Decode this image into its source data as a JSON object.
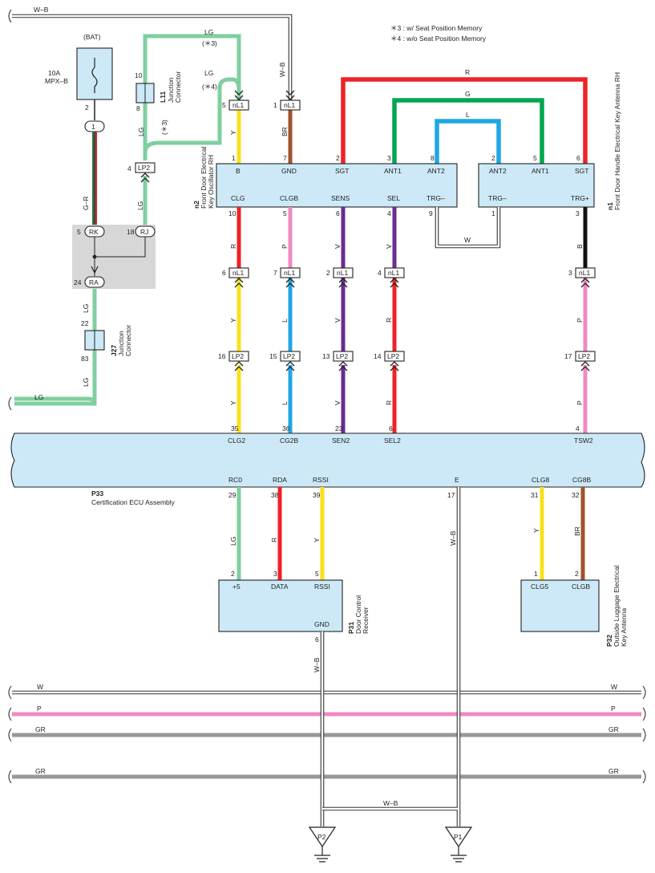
{
  "notes": {
    "note1": "＊3 : w/ Seat Position Memory",
    "note2": "＊4 : w/o Seat Position Memory"
  },
  "colors": {
    "LG": "#7fcf9f",
    "Y": "#f7e21b",
    "BR": "#a0522d",
    "R": "#ee2227",
    "G": "#00a651",
    "L": "#1ea7e4",
    "P": "#f08ac1",
    "V": "#6b2c91",
    "B": "#111111",
    "GR": "#999999",
    "W": "#ffffff",
    "WB": "#333333",
    "box": "#cde9f7",
    "junction_bg": "#d7d7d7"
  },
  "wire_codes": {
    "wb": "W–B",
    "lg": "LG",
    "y": "Y",
    "br": "BR",
    "r": "R",
    "g": "G",
    "l": "L",
    "w": "W",
    "p": "P",
    "v": "V",
    "b": "B",
    "gr": "GR",
    "gr_wire": "G–R"
  },
  "fuse": {
    "source": "(BAT)",
    "rating": "10A",
    "name": "MPX–B",
    "pin": "2"
  },
  "options": {
    "n3": "(＊3)",
    "n4": "(＊4)"
  },
  "connectors": {
    "nl1": "nL1",
    "lp2": "LP2",
    "c1": "1",
    "rk": "RK",
    "rj": "RJ",
    "ra": "RA"
  },
  "junctions": {
    "l11": {
      "code": "L11",
      "name1": "Junction",
      "name2": "Connector",
      "pin_top": "10",
      "pin_bottom": "8"
    },
    "j27": {
      "code": "J27",
      "name1": "Junction",
      "name2": "Connector",
      "pin_top": "22",
      "pin_bottom": "83"
    }
  },
  "components": {
    "n2": {
      "code": "n2",
      "name1": "Front Door Electrical",
      "name2": "Key Oscillator RH"
    },
    "n1": {
      "code": "n1",
      "name": "Front Door Handle Electrical Key Antenna RH"
    },
    "p33": {
      "code": "P33",
      "name": "Certification ECU Assembly"
    },
    "p31": {
      "code": "P31",
      "name1": "Door Control",
      "name2": "Receiver"
    },
    "p32": {
      "code": "P32",
      "name1": "Outside Luggage Electrical",
      "name2": "Key Antenna"
    }
  },
  "n2_terms": {
    "b": "B",
    "gnd": "GND",
    "sgt": "SGT",
    "ant1": "ANT1",
    "ant2": "ANT2",
    "clg": "CLG",
    "clgb": "CLGB",
    "sens": "SENS",
    "sel": "SEL",
    "trg": "TRG–"
  },
  "n1_terms": {
    "ant2": "ANT2",
    "ant1": "ANT1",
    "sgt": "SGT",
    "trgm": "TRG–",
    "trgp": "TRG+"
  },
  "p33_terms": {
    "clg2": "CLG2",
    "cg2b": "CG2B",
    "sen2": "SEN2",
    "sel2": "SEL2",
    "tsw2": "TSW2",
    "rc0": "RC0",
    "rda": "RDA",
    "rssi": "RSSI",
    "e": "E",
    "clg8": "CLG8",
    "cg8b": "CG8B"
  },
  "p31_terms": {
    "p5": "+5",
    "data": "DATA",
    "rssi": "RSSI",
    "gnd": "GND"
  },
  "p32_terms": {
    "clg5": "CLG5",
    "clgb": "CLGB"
  },
  "pins": {
    "bat_c1": "1",
    "rk": "5",
    "rj": "18",
    "ra": "24",
    "l11_lp2": "4",
    "nl1_a": "5",
    "nl1_b": "1",
    "n2_b": "1",
    "n2_gnd": "7",
    "n2_sgt": "2",
    "n2_ant1": "3",
    "n2_ant2": "8",
    "n2_clg": "10",
    "n2_clgb": "5",
    "n2_sens": "6",
    "n2_sel": "4",
    "n2_trg": "9",
    "n1_ant2": "2",
    "n1_ant1": "5",
    "n1_sgt": "6",
    "n1_trgm": "1",
    "n1_trgp": "3",
    "nl1_c1": "6",
    "nl1_c2": "7",
    "nl1_c3": "2",
    "nl1_c4": "4",
    "nl1_c5": "3",
    "lp2_c1": "16",
    "lp2_c2": "15",
    "lp2_c3": "13",
    "lp2_c4": "14",
    "lp2_c5": "17",
    "p33_clg2": "35",
    "p33_cg2b": "36",
    "p33_sen2": "23",
    "p33_sel2": "6",
    "p33_tsw2": "4",
    "p33_rc0": "29",
    "p33_rda": "38",
    "p33_rssi": "39",
    "p33_e": "17",
    "p33_clg8": "31",
    "p33_cg8b": "32",
    "p31_p5": "2",
    "p31_data": "3",
    "p31_rssi": "5",
    "p31_gnd": "6",
    "p32_clg5": "1",
    "p32_clgb": "2"
  },
  "grounds": {
    "p2": "P2",
    "p1": "P1"
  }
}
